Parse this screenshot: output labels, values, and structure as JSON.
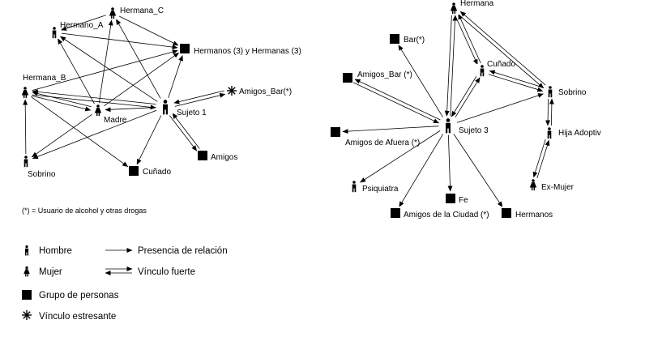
{
  "legend": {
    "items": [
      {
        "id": "hombre",
        "symbol": "male-icon",
        "label": "Hombre"
      },
      {
        "id": "mujer",
        "symbol": "female-icon",
        "label": "Mujer"
      },
      {
        "id": "grupo",
        "symbol": "square-icon",
        "label": "Grupo de personas"
      },
      {
        "id": "estresante",
        "symbol": "asterisk-icon",
        "label": "Vínculo estresante"
      },
      {
        "id": "presencia",
        "symbol": "single-arrow-icon",
        "label": "Presencia de relación"
      },
      {
        "id": "fuerte",
        "symbol": "double-arrow-icon",
        "label": "Vínculo fuerte"
      }
    ],
    "footnote": "(*) = Usuario de alcohol y otras drogas"
  },
  "networks": [
    {
      "id": "sujeto1",
      "nodes": [
        {
          "id": "sujeto1",
          "label": "Sujeto 1",
          "kind": "male",
          "icon": "male-icon"
        },
        {
          "id": "hermana_c",
          "label": "Hermana_C",
          "kind": "female",
          "icon": "female-icon"
        },
        {
          "id": "hermano_a",
          "label": "Hermano_A",
          "kind": "male",
          "icon": "male-icon"
        },
        {
          "id": "hermanos",
          "label": "Hermanos (3) y Hermanas (3)",
          "kind": "group",
          "icon": "square-icon"
        },
        {
          "id": "hermana_b",
          "label": "Hermana_B",
          "kind": "female",
          "icon": "female-icon"
        },
        {
          "id": "amigos_bar",
          "label": "Amigos_Bar(*)",
          "kind": "stress",
          "icon": "asterisk-icon"
        },
        {
          "id": "madre",
          "label": "Madre",
          "kind": "female",
          "icon": "female-icon"
        },
        {
          "id": "amigos",
          "label": "Amigos",
          "kind": "group",
          "icon": "square-icon"
        },
        {
          "id": "sobrino1",
          "label": "Sobrino",
          "kind": "male",
          "icon": "male-icon"
        },
        {
          "id": "cunado1",
          "label": "Cuñado",
          "kind": "group",
          "icon": "square-icon"
        }
      ],
      "edges": [
        {
          "from": "sujeto1",
          "to": "hermana_c",
          "type": "single"
        },
        {
          "from": "sujeto1",
          "to": "hermano_a",
          "type": "single"
        },
        {
          "from": "sujeto1",
          "to": "hermanos",
          "type": "single"
        },
        {
          "from": "sujeto1",
          "to": "hermana_b",
          "type": "double"
        },
        {
          "from": "sujeto1",
          "to": "amigos_bar",
          "type": "double"
        },
        {
          "from": "sujeto1",
          "to": "madre",
          "type": "single"
        },
        {
          "from": "sujeto1",
          "to": "amigos",
          "type": "double"
        },
        {
          "from": "sujeto1",
          "to": "sobrino1",
          "type": "single"
        },
        {
          "from": "sujeto1",
          "to": "cunado1",
          "type": "single"
        },
        {
          "from": "hermano_a",
          "to": "hermanos",
          "type": "single"
        },
        {
          "from": "hermana_c",
          "to": "hermanos",
          "type": "single"
        },
        {
          "from": "hermana_c",
          "to": "hermano_a",
          "type": "single"
        },
        {
          "from": "madre",
          "to": "hermana_c",
          "type": "single"
        },
        {
          "from": "madre",
          "to": "hermano_a",
          "type": "single"
        },
        {
          "from": "madre",
          "to": "hermanos",
          "type": "single"
        },
        {
          "from": "madre",
          "to": "hermana_b",
          "type": "double"
        },
        {
          "from": "madre",
          "to": "sobrino1",
          "type": "single"
        },
        {
          "from": "hermana_b",
          "to": "hermanos",
          "type": "single"
        },
        {
          "from": "hermana_b",
          "to": "cunado1",
          "type": "single"
        },
        {
          "from": "sobrino1",
          "to": "hermana_b",
          "type": "single"
        }
      ]
    },
    {
      "id": "sujeto3",
      "nodes": [
        {
          "id": "sujeto3",
          "label": "Sujeto 3",
          "kind": "male",
          "icon": "male-icon"
        },
        {
          "id": "hermana",
          "label": "Hermana",
          "kind": "female",
          "icon": "female-icon"
        },
        {
          "id": "bar",
          "label": "Bar(*)",
          "kind": "group",
          "icon": "square-icon"
        },
        {
          "id": "cunado3",
          "label": "Cuñado",
          "kind": "male",
          "icon": "male-icon"
        },
        {
          "id": "amigos_bar3",
          "label": "Amigos_Bar (*)",
          "kind": "group",
          "icon": "square-icon"
        },
        {
          "id": "sobrino3",
          "label": "Sobrino",
          "kind": "male",
          "icon": "male-icon"
        },
        {
          "id": "amigos_afuera",
          "label": "Amigos de Afuera (*)",
          "kind": "group",
          "icon": "square-icon"
        },
        {
          "id": "hija",
          "label": "Hija Adoptiv",
          "kind": "male",
          "icon": "male-icon"
        },
        {
          "id": "psiquiatra",
          "label": "Psiquiatra",
          "kind": "male",
          "icon": "male-icon"
        },
        {
          "id": "ex_mujer",
          "label": "Ex-Mujer",
          "kind": "female",
          "icon": "female-icon"
        },
        {
          "id": "fe",
          "label": "Fe",
          "kind": "group",
          "icon": "square-icon"
        },
        {
          "id": "amigos_ciudad",
          "label": "Amigos de la Ciudad (*)",
          "kind": "group",
          "icon": "square-icon"
        },
        {
          "id": "hermanos3",
          "label": "Hermanos",
          "kind": "group",
          "icon": "square-icon"
        }
      ],
      "edges": [
        {
          "from": "sujeto3",
          "to": "hermana",
          "type": "double"
        },
        {
          "from": "sujeto3",
          "to": "bar",
          "type": "single"
        },
        {
          "from": "sujeto3",
          "to": "cunado3",
          "type": "double"
        },
        {
          "from": "sujeto3",
          "to": "amigos_bar3",
          "type": "double"
        },
        {
          "from": "sujeto3",
          "to": "sobrino3",
          "type": "single"
        },
        {
          "from": "sujeto3",
          "to": "amigos_afuera",
          "type": "single"
        },
        {
          "from": "sujeto3",
          "to": "psiquiatra",
          "type": "single"
        },
        {
          "from": "sujeto3",
          "to": "fe",
          "type": "single"
        },
        {
          "from": "sujeto3",
          "to": "amigos_ciudad",
          "type": "single"
        },
        {
          "from": "sujeto3",
          "to": "hermanos3",
          "type": "single"
        },
        {
          "from": "hermana",
          "to": "cunado3",
          "type": "double"
        },
        {
          "from": "hermana",
          "to": "sobrino3",
          "type": "double"
        },
        {
          "from": "cunado3",
          "to": "sobrino3",
          "type": "double"
        },
        {
          "from": "sobrino3",
          "to": "hija",
          "type": "double"
        },
        {
          "from": "hija",
          "to": "ex_mujer",
          "type": "double"
        }
      ]
    }
  ]
}
